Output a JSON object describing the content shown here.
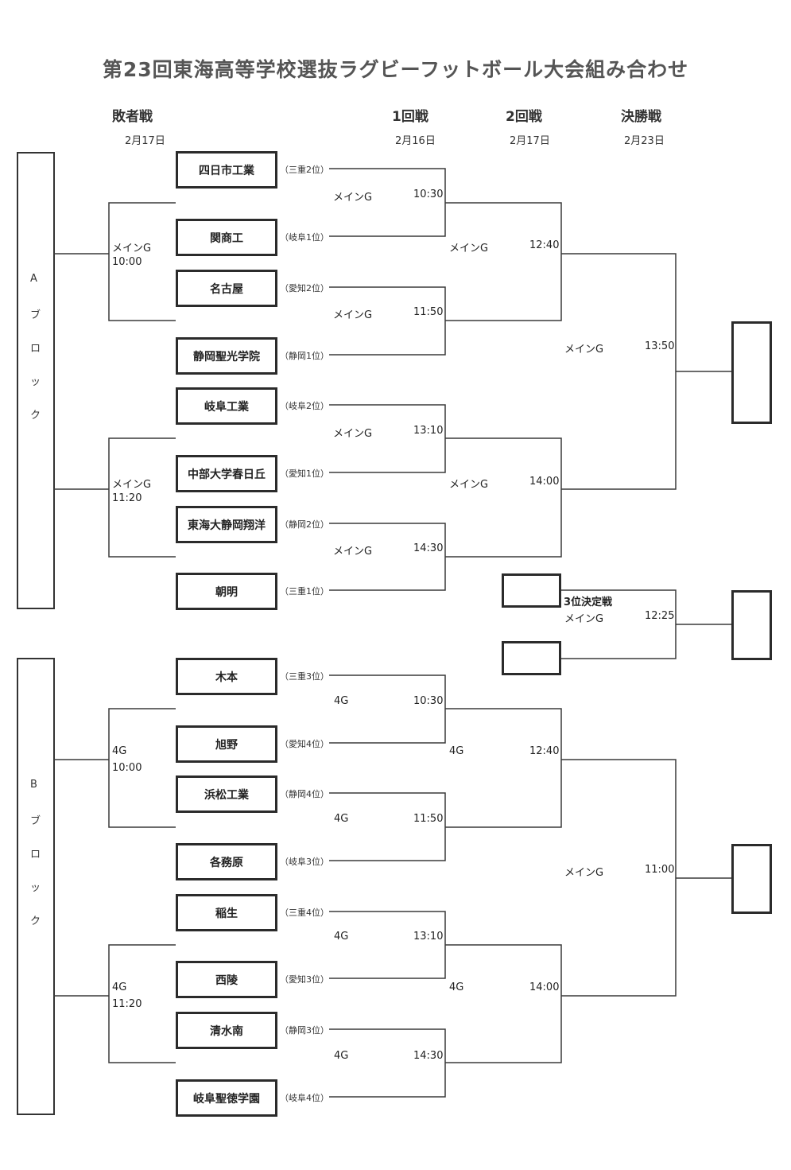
{
  "title": "第23回東海高等学校選抜ラグビーフットボール大会組み合わせ",
  "columns": {
    "consolation": {
      "label": "敗者戦",
      "date": "2月17日"
    },
    "round1": {
      "label": "1回戦",
      "date": "2月16日"
    },
    "round2": {
      "label": "2回戦",
      "date": "2月17日"
    },
    "final": {
      "label": "決勝戦",
      "date": "2月23日"
    }
  },
  "blocks": {
    "a": [
      "A",
      "ブ",
      "ロ",
      "ッ",
      "ク"
    ],
    "b": [
      "B",
      "ブ",
      "ロ",
      "ッ",
      "ク"
    ]
  },
  "teams": [
    {
      "name": "四日市工業",
      "rank": "（三重2位）"
    },
    {
      "name": "関商工",
      "rank": "（岐阜1位）"
    },
    {
      "name": "名古屋",
      "rank": "（愛知2位）"
    },
    {
      "name": "静岡聖光学院",
      "rank": "（静岡1位）"
    },
    {
      "name": "岐阜工業",
      "rank": "（岐阜2位）"
    },
    {
      "name": "中部大学春日丘",
      "rank": "（愛知1位）"
    },
    {
      "name": "東海大静岡翔洋",
      "rank": "（静岡2位）"
    },
    {
      "name": "朝明",
      "rank": "（三重1位）"
    },
    {
      "name": "木本",
      "rank": "（三重3位）"
    },
    {
      "name": "旭野",
      "rank": "（愛知4位）"
    },
    {
      "name": "浜松工業",
      "rank": "（静岡4位）"
    },
    {
      "name": "各務原",
      "rank": "（岐阜3位）"
    },
    {
      "name": "稲生",
      "rank": "（三重4位）"
    },
    {
      "name": "西陵",
      "rank": "（愛知3位）"
    },
    {
      "name": "清水南",
      "rank": "（静岡3位）"
    },
    {
      "name": "岐阜聖徳学園",
      "rank": "（岐阜4位）"
    }
  ],
  "round1_matches": [
    {
      "venue": "メインG",
      "time": "10:30"
    },
    {
      "venue": "メインG",
      "time": "11:50"
    },
    {
      "venue": "メインG",
      "time": "13:10"
    },
    {
      "venue": "メインG",
      "time": "14:30"
    },
    {
      "venue": "4G",
      "time": "10:30"
    },
    {
      "venue": "4G",
      "time": "11:50"
    },
    {
      "venue": "4G",
      "time": "13:10"
    },
    {
      "venue": "4G",
      "time": "14:30"
    }
  ],
  "round2_matches": [
    {
      "venue": "メインG",
      "time": "12:40"
    },
    {
      "venue": "メインG",
      "time": "14:00"
    },
    {
      "venue": "4G",
      "time": "12:40"
    },
    {
      "venue": "4G",
      "time": "14:00"
    }
  ],
  "semi_matches": [
    {
      "venue": "メインG",
      "time": "13:50"
    },
    {
      "venue": "メインG",
      "time": "11:00"
    }
  ],
  "third_place": {
    "label": "3位決定戦",
    "venue": "メインG",
    "time": "12:25"
  },
  "consolation_matches": [
    {
      "venue": "メインG",
      "time": "10:00"
    },
    {
      "venue": "メインG",
      "time": "11:20"
    },
    {
      "venue": "4G",
      "time": "10:00"
    },
    {
      "venue": "4G",
      "time": "11:20"
    }
  ]
}
